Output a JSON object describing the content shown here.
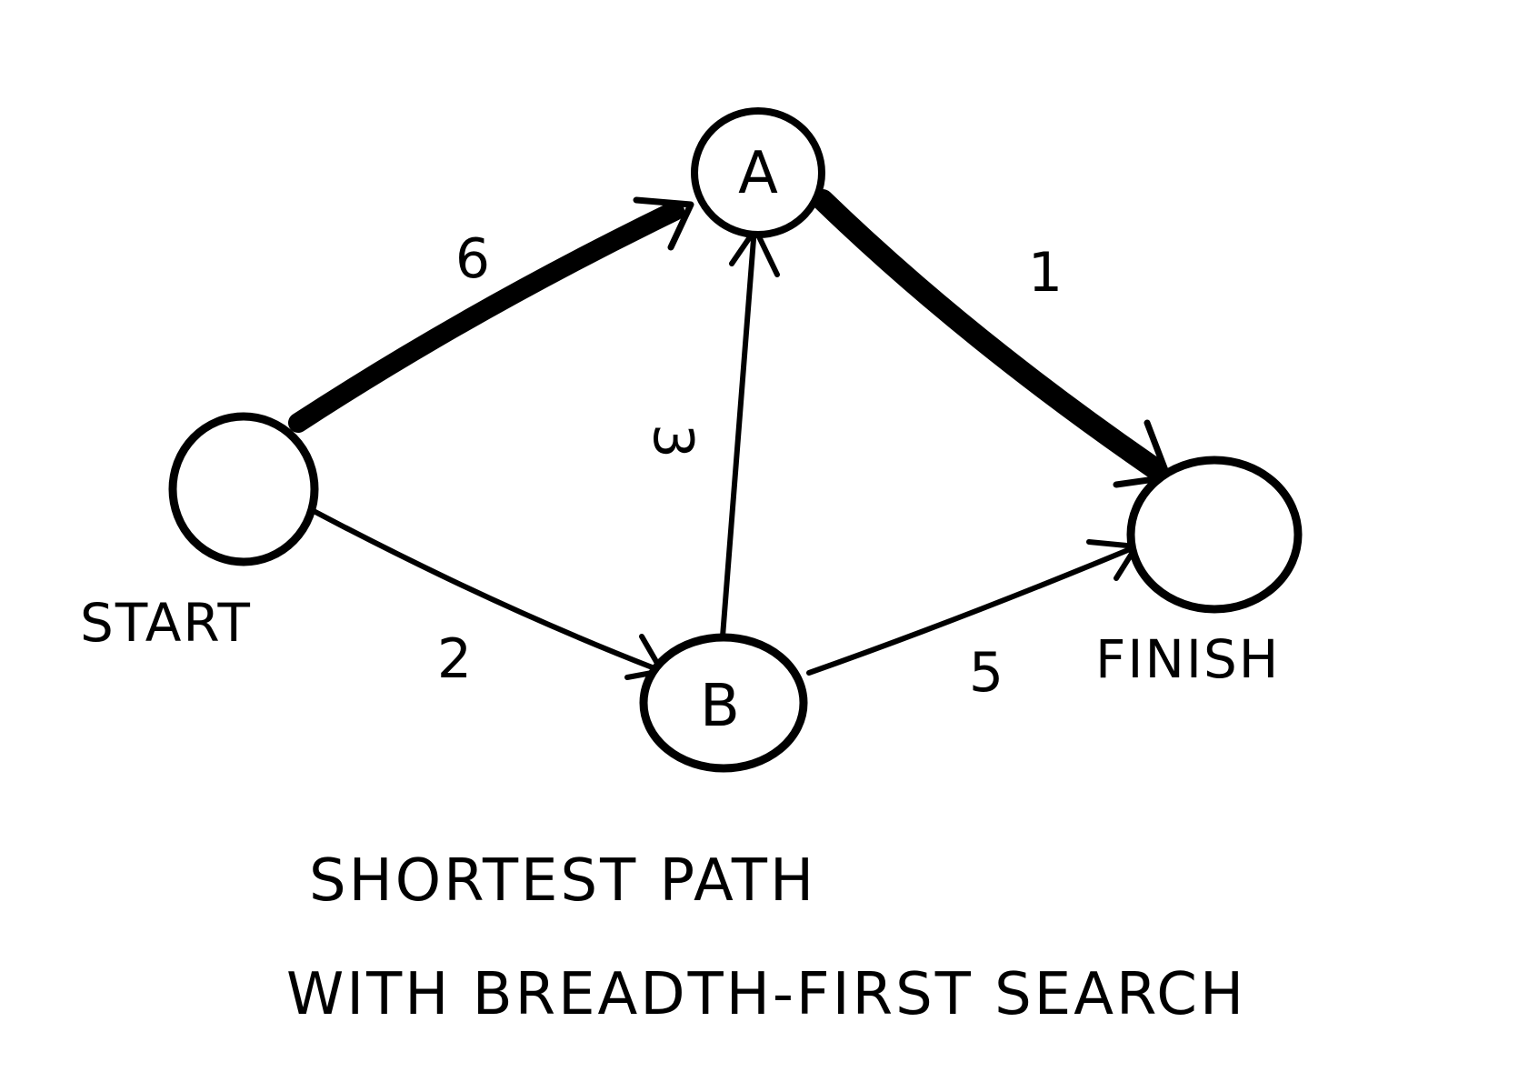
{
  "colors": {
    "ink": "#000000",
    "paper": "#ffffff"
  },
  "nodes": {
    "start": {
      "letter": "",
      "label": "START"
    },
    "a": {
      "letter": "A",
      "label": ""
    },
    "b": {
      "letter": "B",
      "label": ""
    },
    "finish": {
      "letter": "",
      "label": "FINISH"
    }
  },
  "edges": [
    {
      "from": "start",
      "to": "a",
      "weight": "6",
      "highlighted": true
    },
    {
      "from": "start",
      "to": "b",
      "weight": "2",
      "highlighted": false
    },
    {
      "from": "b",
      "to": "a",
      "weight": "3",
      "highlighted": false
    },
    {
      "from": "a",
      "to": "finish",
      "weight": "1",
      "highlighted": true
    },
    {
      "from": "b",
      "to": "finish",
      "weight": "5",
      "highlighted": false
    }
  ],
  "caption": {
    "line1": "SHORTEST PATH",
    "line2": "WITH BREADTH-FIRST SEARCH"
  }
}
